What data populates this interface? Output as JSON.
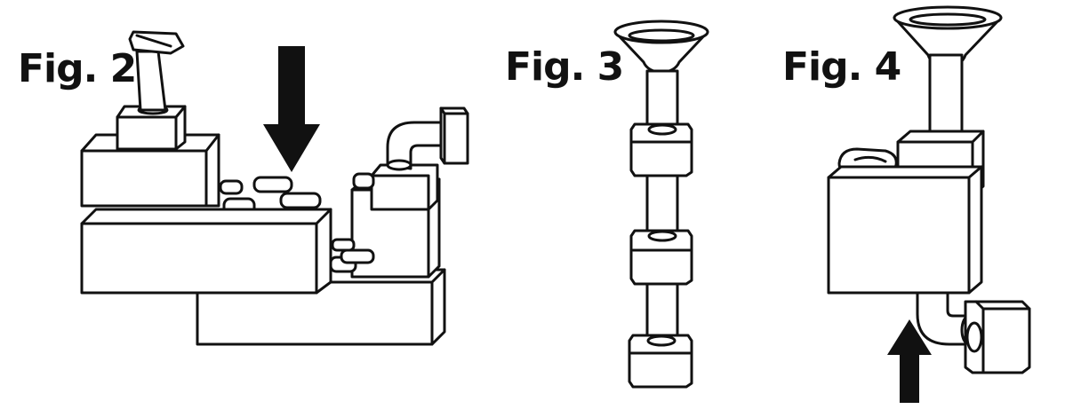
{
  "figures": [
    {
      "label": "Fig. 2"
    },
    {
      "label": "Fig. 3"
    },
    {
      "label": "Fig. 4"
    }
  ],
  "colors": {
    "line": "#111111",
    "fill": "#ffffff"
  }
}
